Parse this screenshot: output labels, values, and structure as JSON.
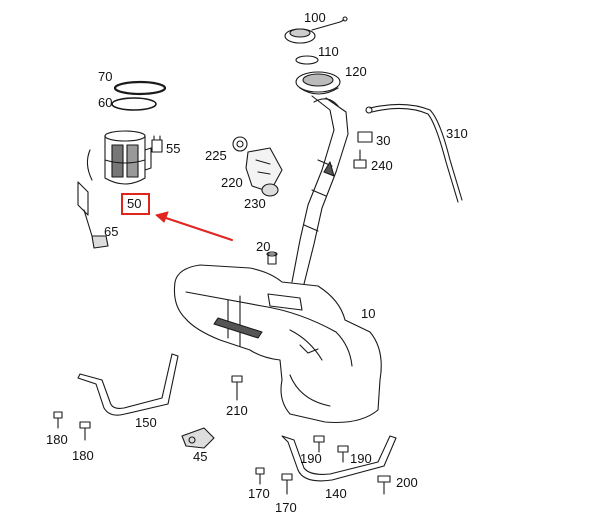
{
  "diagram": {
    "highlight_part": "50",
    "colors": {
      "line": "#1a1a1a",
      "highlight": "#e0241f",
      "fill": "#ffffff",
      "shade": "#9a9a9a"
    },
    "labels": [
      {
        "id": "100",
        "text": "100"
      },
      {
        "id": "110",
        "text": "110"
      },
      {
        "id": "120",
        "text": "120"
      },
      {
        "id": "70",
        "text": "70"
      },
      {
        "id": "60",
        "text": "60"
      },
      {
        "id": "55",
        "text": "55"
      },
      {
        "id": "30",
        "text": "30"
      },
      {
        "id": "310",
        "text": "310"
      },
      {
        "id": "225",
        "text": "225"
      },
      {
        "id": "240",
        "text": "240"
      },
      {
        "id": "220",
        "text": "220"
      },
      {
        "id": "230",
        "text": "230"
      },
      {
        "id": "50",
        "text": "50"
      },
      {
        "id": "65",
        "text": "65"
      },
      {
        "id": "20",
        "text": "20"
      },
      {
        "id": "10",
        "text": "10"
      },
      {
        "id": "150",
        "text": "150"
      },
      {
        "id": "210",
        "text": "210"
      },
      {
        "id": "180a",
        "text": "180"
      },
      {
        "id": "180b",
        "text": "180"
      },
      {
        "id": "45",
        "text": "45"
      },
      {
        "id": "190a",
        "text": "190"
      },
      {
        "id": "190b",
        "text": "190"
      },
      {
        "id": "200",
        "text": "200"
      },
      {
        "id": "170a",
        "text": "170"
      },
      {
        "id": "170b",
        "text": "170"
      },
      {
        "id": "140",
        "text": "140"
      }
    ]
  }
}
